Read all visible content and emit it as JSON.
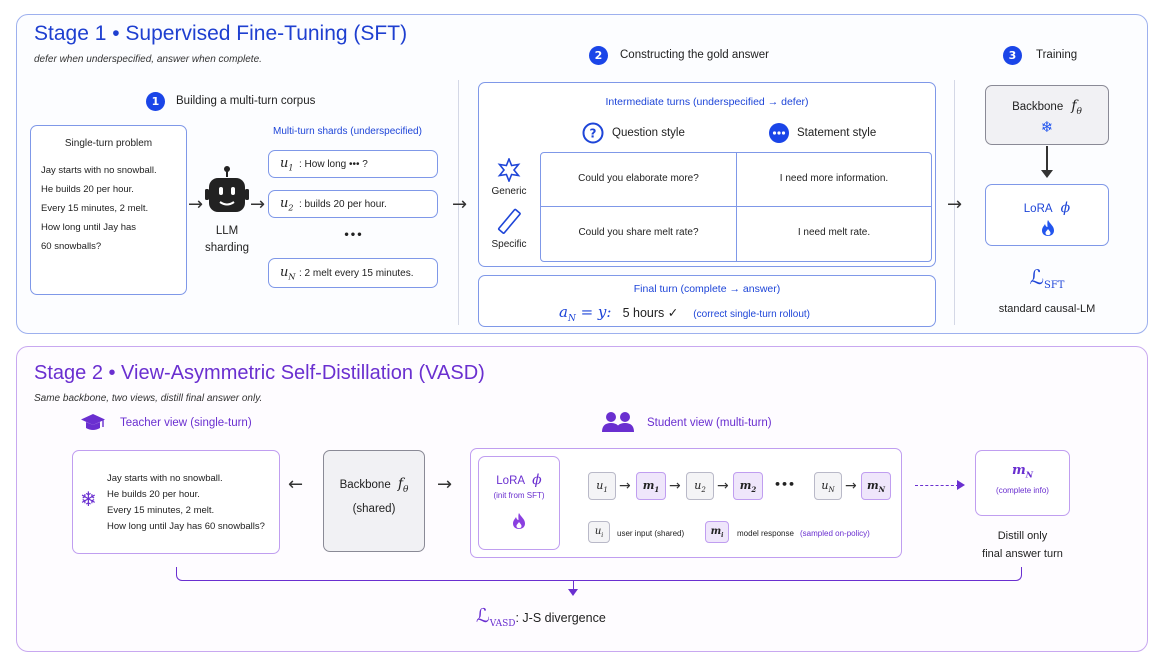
{
  "stage1": {
    "title": "Stage 1 • Supervised Fine-Tuning (SFT)",
    "subtitle": "defer when underspecified, answer when complete.",
    "step1": {
      "num": "1",
      "label": "Building a multi-turn corpus",
      "problem_title": "Single-turn problem",
      "problem_lines": [
        "Jay starts with no snowball.",
        "He builds 20 per hour.",
        "Every 15 minutes, 2 melt.",
        "How long until Jay has",
        "60 snowballs?"
      ],
      "llm_label_1": "LLM",
      "llm_label_2": "sharding",
      "shards_title": "Multi-turn shards (underspecified)",
      "shards": [
        {
          "var": "u",
          "sub": "1",
          "text": ":  How long ••• ?"
        },
        {
          "var": "u",
          "sub": "2",
          "text": ":  builds 20 per hour."
        },
        {
          "var": "u",
          "sub": "N",
          "text": ":  2 melt every 15 minutes."
        }
      ],
      "ellipsis": "•••"
    },
    "step2": {
      "num": "2",
      "label": "Constructing the gold answer",
      "intermediate_title": "Intermediate turns (underspecified → defer)",
      "question_style": "Question style",
      "statement_style": "Statement style",
      "generic": "Generic",
      "specific": "Specific",
      "cells": [
        "Could you elaborate more?",
        "I need more information.",
        "Could you share melt rate?",
        "I need melt rate."
      ],
      "final_title": "Final turn (complete → answer)",
      "final_eq": "a",
      "final_sub": "N",
      "final_eq_rest": " = y:",
      "final_answer": "5 hours ✓",
      "final_note": "(correct single-turn rollout)"
    },
    "step3": {
      "num": "3",
      "label": "Training",
      "backbone": "Backbone",
      "backbone_sym": "f",
      "backbone_sub": "θ",
      "lora": "LoRA",
      "lora_sym": "ϕ",
      "loss_sym": "ℒ",
      "loss_sub": "SFT",
      "loss_desc": "standard causal-LM"
    }
  },
  "stage2": {
    "title": "Stage 2 • View-Asymmetric Self-Distillation (VASD)",
    "subtitle": "Same backbone, two views, distill final answer only.",
    "teacher_label": "Teacher view (single-turn)",
    "student_label": "Student view (multi-turn)",
    "teacher_lines": [
      "Jay starts with no snowball.",
      "He builds 20 per hour.",
      "Every 15 minutes, 2 melt.",
      "How long until Jay has 60 snowballs?"
    ],
    "backbone": "Backbone",
    "backbone_sym": "f",
    "backbone_sub": "θ",
    "backbone_shared": "(shared)",
    "lora": "LoRA",
    "lora_sym": "ϕ",
    "lora_init": "(init from SFT)",
    "seq": [
      {
        "kind": "u",
        "var": "u",
        "sub": "1"
      },
      {
        "kind": "m",
        "var": "m",
        "sub": "1"
      },
      {
        "kind": "u",
        "var": "u",
        "sub": "2"
      },
      {
        "kind": "m",
        "var": "m",
        "sub": "2"
      },
      {
        "kind": "u",
        "var": "u",
        "sub": "N"
      },
      {
        "kind": "m",
        "var": "m",
        "sub": "N"
      }
    ],
    "dots": "•••",
    "legend_u_var": "u",
    "legend_u_sub": "i",
    "legend_u_text": "user input (shared)",
    "legend_m_var": "m",
    "legend_m_sub": "i",
    "legend_m_text": "model response",
    "legend_m_note": "(sampled on-policy)",
    "final_var": "m",
    "final_sub": "N",
    "final_note": "(complete info)",
    "distill_1": "Distill only",
    "distill_2": "final answer turn",
    "loss_sym": "ℒ",
    "loss_sub": "VASD",
    "loss_desc": ":  J-S divergence"
  },
  "colors": {
    "stage1_accent": "#1e3fd0",
    "stage2_accent": "#6a2fd0",
    "flame": "#2255ee",
    "flame2": "#8a3fe0"
  }
}
